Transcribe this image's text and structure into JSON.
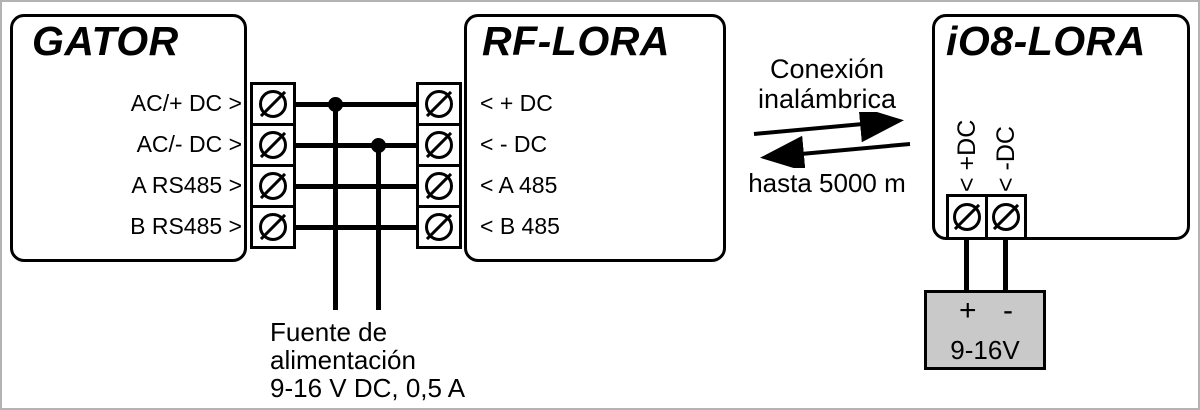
{
  "gator": {
    "title": "GATOR",
    "terminals": [
      "AC/+ DC >",
      "AC/- DC >",
      "A RS485 >",
      "B RS485 >"
    ]
  },
  "rf_lora": {
    "title": "RF-LORA",
    "terminals": [
      "< + DC",
      "< - DC",
      "< A 485",
      "< B 485"
    ]
  },
  "io8_lora": {
    "title": "iO8-LORA",
    "terminals": [
      "< +DC",
      "< -DC"
    ]
  },
  "wireless_link": {
    "label_line1": "Conexión",
    "label_line2": "inalámbrica",
    "range": "hasta 5000 m"
  },
  "power_supply": {
    "line1": "Fuente de",
    "line2": "alimentación",
    "line3": "9-16 V DC, 0,5 A"
  },
  "battery": {
    "plus": "+",
    "minus": "-",
    "voltage": "9-16V"
  },
  "colors": {
    "line": "#000000",
    "battery_fill": "#c9c9c9",
    "background": "#ffffff",
    "frame": "#b3b3b3"
  }
}
